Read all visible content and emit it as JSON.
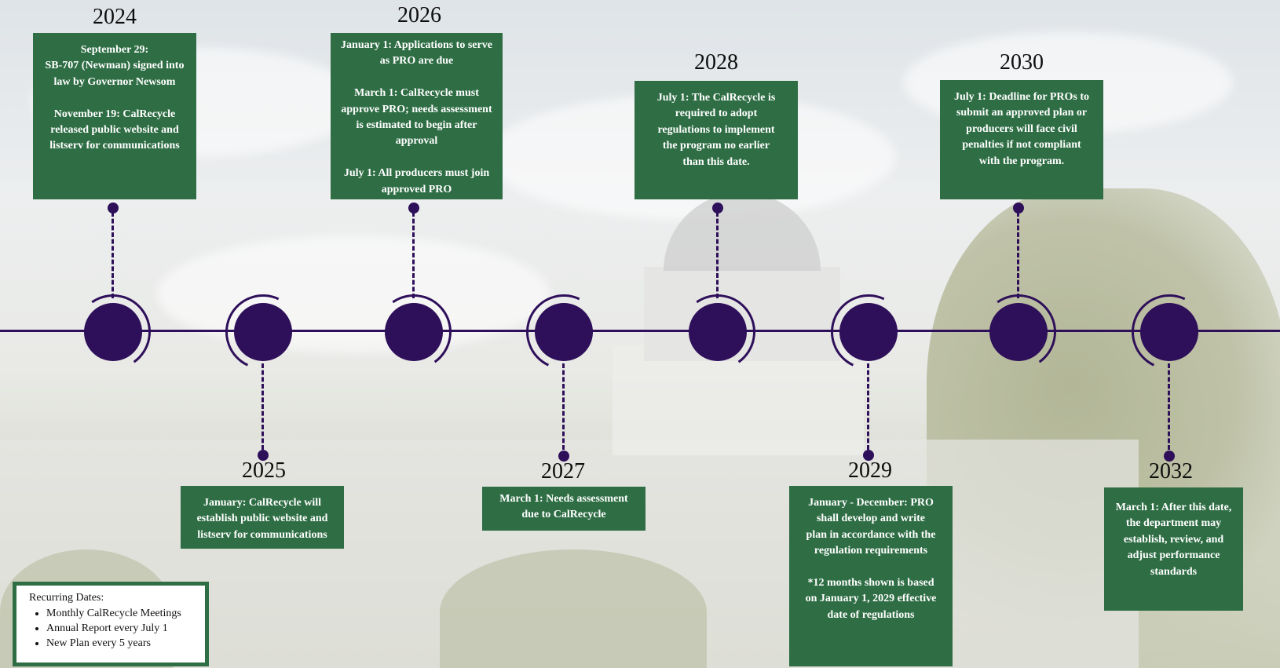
{
  "timeline": {
    "events": [
      {
        "year": "2024",
        "text": "September 29:\nSB-707 (Newman) signed into law by Governor Newsom\n\nNovember 19: CalRecycle released public website and listserv for communications"
      },
      {
        "year": "2025",
        "text": "January: CalRecycle will establish public website and listserv for communications"
      },
      {
        "year": "2026",
        "text": "January 1: Applications to serve as PRO are due\n\nMarch 1: CalRecycle must approve PRO; needs assessment is estimated to begin after approval\n\nJuly 1: All producers must join approved PRO"
      },
      {
        "year": "2027",
        "text": "March 1: Needs assessment due to CalRecycle"
      },
      {
        "year": "2028",
        "text": "July 1: The CalRecycle is required to adopt regulations to implement the program no earlier than this date."
      },
      {
        "year": "2029",
        "text": "January - December: PRO shall develop and write plan in accordance with the regulation requirements\n\n*12 months shown is based on January 1, 2029 effective date of regulations"
      },
      {
        "year": "2030",
        "text": "July 1: Deadline for PROs to submit an approved plan or producers will face civil penalties if not compliant with the program."
      },
      {
        "year": "2032",
        "text": "March 1: After this date, the department may establish, review, and adjust performance standards"
      }
    ]
  },
  "legend": {
    "title": "Recurring Dates:",
    "items": [
      "Monthly CalRecycle Meetings",
      "Annual Report every July 1",
      "New Plan every 5 years"
    ]
  },
  "colors": {
    "node": "#2e0f5a",
    "box": "#2f6e45"
  }
}
